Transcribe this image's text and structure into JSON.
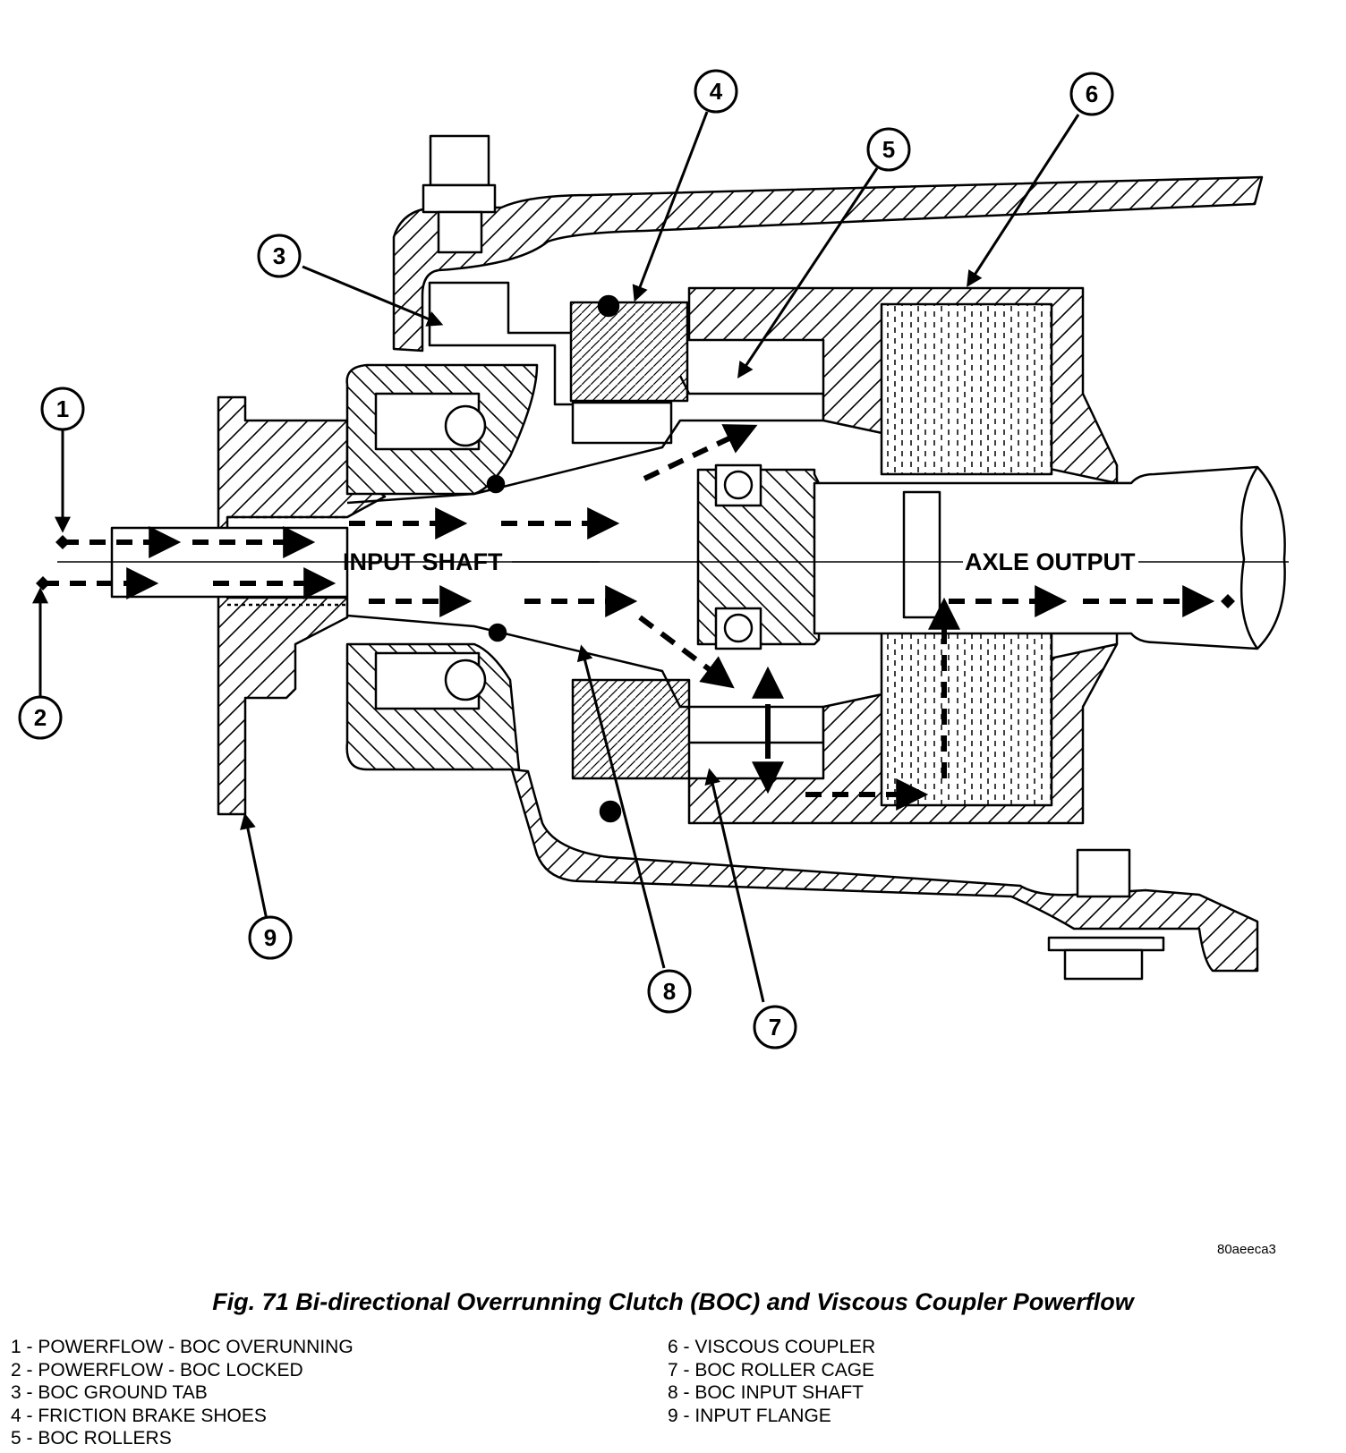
{
  "diagram": {
    "labels": {
      "input_shaft": "INPUT SHAFT",
      "axle_output": "AXLE OUTPUT"
    },
    "callouts": [
      "1",
      "2",
      "3",
      "4",
      "5",
      "6",
      "7",
      "8",
      "9"
    ]
  },
  "figure_code": "80aeeca3",
  "caption": "Fig. 71 Bi-directional Overrunning Clutch (BOC) and Viscous Coupler Powerflow",
  "legend": {
    "left": [
      "1 - POWERFLOW - BOC OVERUNNING",
      "2 - POWERFLOW - BOC LOCKED",
      "3 - BOC GROUND TAB",
      "4 - FRICTION BRAKE SHOES",
      "5 - BOC ROLLERS"
    ],
    "right": [
      "6 - VISCOUS COUPLER",
      "7 - BOC ROLLER CAGE",
      "8 - BOC INPUT SHAFT",
      "9 - INPUT FLANGE"
    ]
  }
}
